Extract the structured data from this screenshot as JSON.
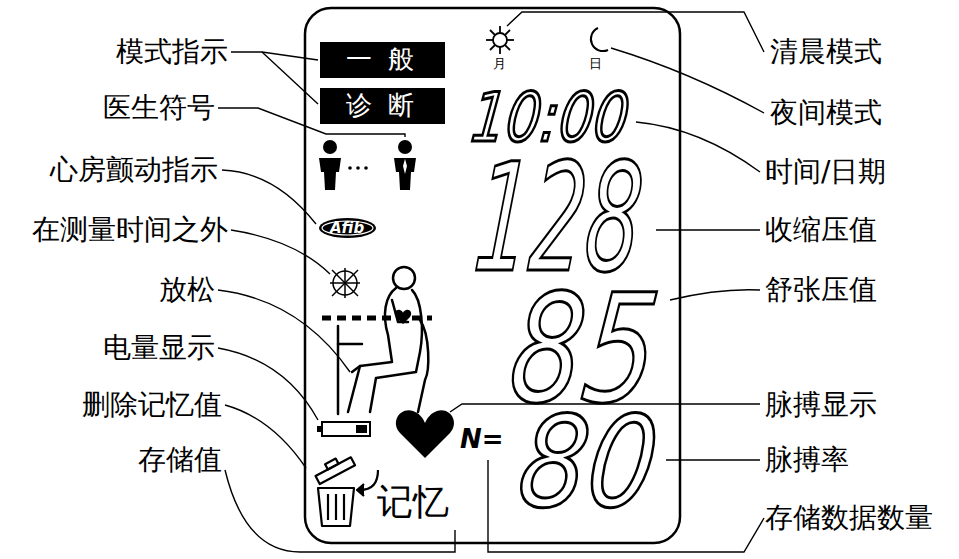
{
  "diagram": {
    "nodes": [
      {
        "text": [
          "一 般"
        ]
      },
      {
        "text": [
          "诊 断"
        ]
      },
      {
        "text": [
          "Afib"
        ]
      }
    ],
    "labels": [
      "模式指示",
      "医生符号",
      "心房颤动指示",
      "在测量时间之外",
      "放松",
      "电量显示",
      "删除记忆值",
      "存储值",
      "清晨模式",
      "夜间模式",
      "时间/日期",
      "收缩压值",
      "舒张压值",
      "脉搏显示",
      "脉搏率",
      "存储数据数量",
      "月",
      "日",
      "10:00",
      "128",
      "85",
      "N=",
      "80",
      "记忆"
    ]
  }
}
